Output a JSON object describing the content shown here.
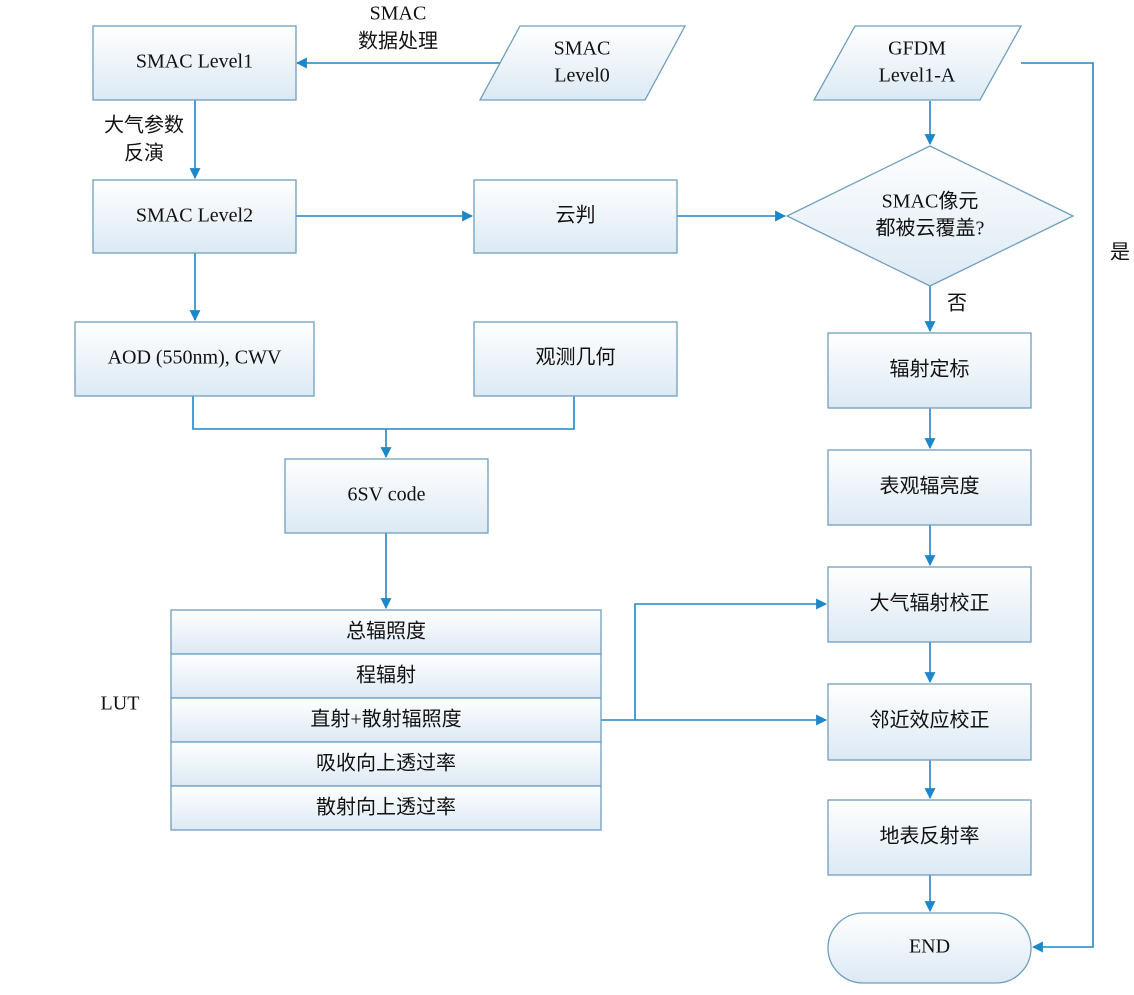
{
  "boxes": {
    "smac_level1": "SMAC Level1",
    "smac_level0": [
      "SMAC",
      "Level0"
    ],
    "gfdm_level1a": [
      "GFDM",
      "Level1-A"
    ],
    "smac_level2": "SMAC Level2",
    "cloud_judge": "云判",
    "cloud_decision": [
      "SMAC像元",
      "都被云覆盖?"
    ],
    "aod_cwv": "AOD (550nm), CWV",
    "obs_geometry": "观测几何",
    "sixsv": "6SV code",
    "radiometric_calibration": "辐射定标",
    "apparent_radiance": "表观辐亮度",
    "atmospheric_correction": "大气辐射校正",
    "adjacency_correction": "邻近效应校正",
    "surface_reflectance": "地表反射率",
    "end": "END"
  },
  "lut": {
    "label": "LUT",
    "rows": [
      "总辐照度",
      "程辐射",
      "直射+散射辐照度",
      "吸收向上透过率",
      "散射向上透过率"
    ]
  },
  "edge_labels": {
    "smac_processing": [
      "SMAC",
      "数据处理"
    ],
    "atmos_inversion": [
      "大气参数",
      "反演"
    ],
    "no": "否",
    "yes": "是"
  },
  "colors": {
    "arrow": "#1f87c8",
    "box_border": "#6f9fbf",
    "box_fill_top": "#ffffff",
    "box_fill_bottom": "#dce9f4"
  }
}
